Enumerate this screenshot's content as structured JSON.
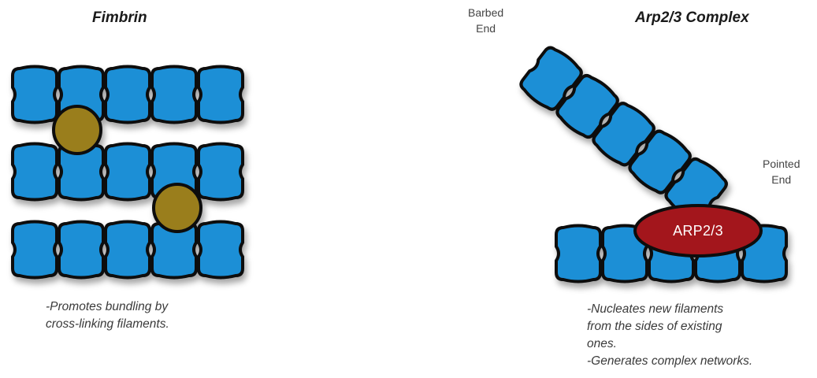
{
  "fimbrin": {
    "title": "Fimbrin",
    "caption_lines": [
      "-Promotes bundling by",
      "cross-linking filaments."
    ]
  },
  "arp": {
    "title": "Arp2/3 Complex",
    "barbed_end": [
      "Barbed",
      "End"
    ],
    "pointed_end": [
      "Pointed",
      "End"
    ],
    "complex_label": "ARP2/3",
    "caption_lines": [
      "-Nucleates new filaments",
      "from the sides of existing",
      "ones.",
      "-Generates complex networks."
    ]
  },
  "colors": {
    "actin_subunit": "#1e8fd6",
    "outline": "#0a0a0a",
    "fimbrin_protein": "#9a7e1e",
    "arp_complex": "#a3171b"
  }
}
